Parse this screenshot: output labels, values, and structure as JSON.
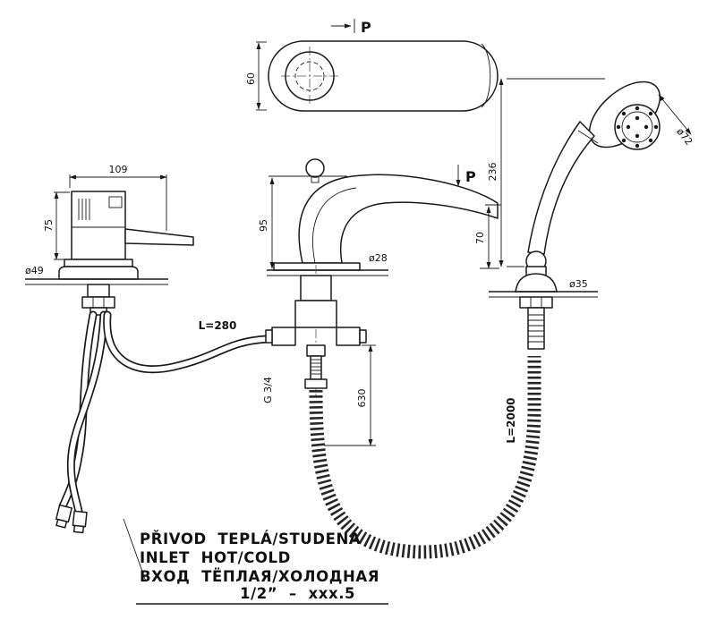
{
  "page": {
    "background": "#ffffff",
    "line_color": "#1a1a1a"
  },
  "view_labels": {
    "plan_section": "P",
    "front_section": "P"
  },
  "dimensions": {
    "escutcheon_width": "60",
    "mixer_width": "109",
    "mixer_height": "75",
    "mixer_flange_dia": "ø49",
    "spout_height": "95",
    "spout_outlet_height": "70",
    "spout_base_dia": "ø28",
    "connecting_hose_length": "L=280",
    "thread_size": "G 3/4",
    "tailpipe_length": "630",
    "head_dia": "ø72",
    "handshower_height": "236",
    "handshower_flange_dia": "ø35",
    "shower_hose_length": "L=2000"
  },
  "notes": {
    "line1": "PŘIVOD  TEPLÁ/STUDENÁ",
    "line2": "INLET  HOT/COLD",
    "line3": "ВХОД  ТЁПЛАЯ/ХОЛОДНАЯ",
    "line4": "1/2”  –  xxx.5"
  }
}
